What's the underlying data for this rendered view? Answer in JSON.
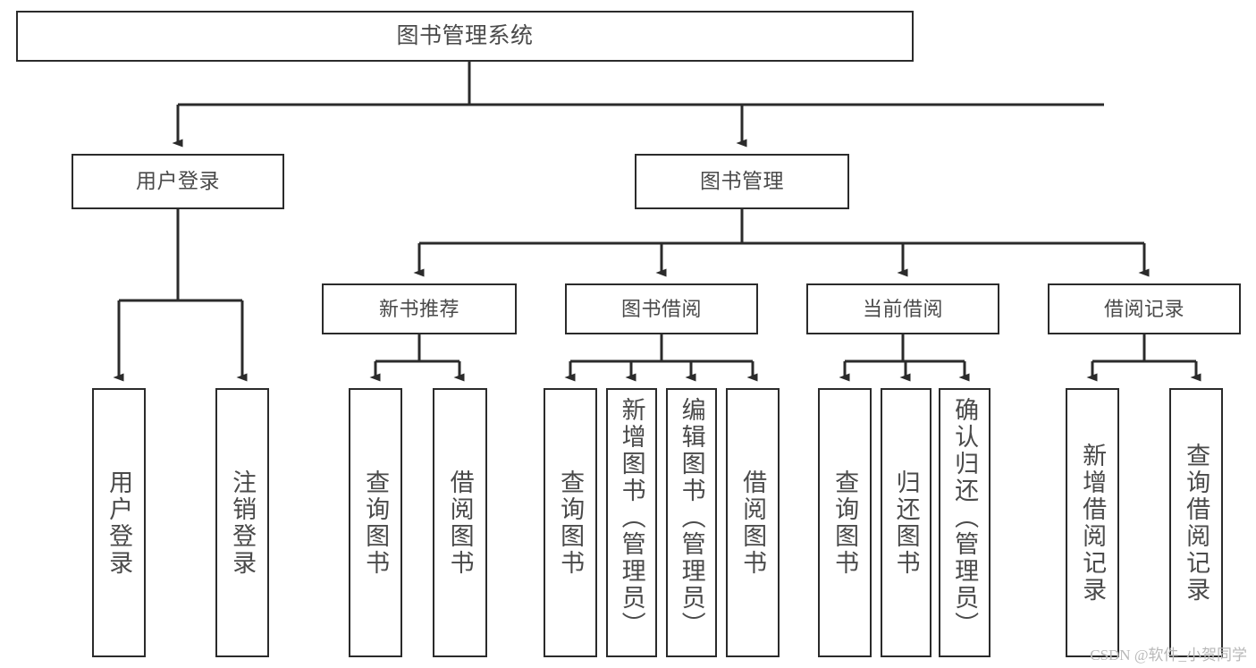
{
  "diagram": {
    "title": "图书管理系统",
    "type": "tree",
    "colors": {
      "background": "#ffffff",
      "box_border": "#2b2b2b",
      "box_fill": "#ffffff",
      "text": "#4a4a4a",
      "edge": "#2b2b2b",
      "watermark": "#b8b8b8"
    },
    "watermark": "CSDN @软件_小贺同学"
  },
  "root": {
    "label": "图书管理系统"
  },
  "level_one": [
    {
      "id": "user-login",
      "label": "用户登录"
    },
    {
      "id": "book-manage",
      "label": "图书管理"
    }
  ],
  "level_two": [
    {
      "id": "new-book-rec",
      "label": "新书推荐"
    },
    {
      "id": "book-borrow",
      "label": "图书借阅"
    },
    {
      "id": "current-borrow",
      "label": "当前借阅"
    },
    {
      "id": "borrow-record",
      "label": "借阅记录"
    }
  ],
  "leaves": {
    "user_login": [
      {
        "id": "user-login",
        "label": "用户登录"
      },
      {
        "id": "user-logout",
        "label": "注销登录"
      }
    ],
    "new_book_rec": [
      {
        "id": "query-book-1",
        "label": "查询图书"
      },
      {
        "id": "borrow-book-1",
        "label": "借阅图书"
      }
    ],
    "book_borrow": [
      {
        "id": "query-book-2",
        "label": "查询图书"
      },
      {
        "id": "add-book",
        "label": "新增图书（管理员）"
      },
      {
        "id": "edit-book",
        "label": "编辑图书（管理员）"
      },
      {
        "id": "borrow-book-2",
        "label": "借阅图书"
      }
    ],
    "current_borrow": [
      {
        "id": "query-book-3",
        "label": "查询图书"
      },
      {
        "id": "return-book",
        "label": "归还图书"
      },
      {
        "id": "confirm-return",
        "label": "确认归还（管理员）"
      }
    ],
    "borrow_record": [
      {
        "id": "add-record",
        "label": "新增借阅记录"
      },
      {
        "id": "query-record",
        "label": "查询借阅记录"
      }
    ]
  }
}
